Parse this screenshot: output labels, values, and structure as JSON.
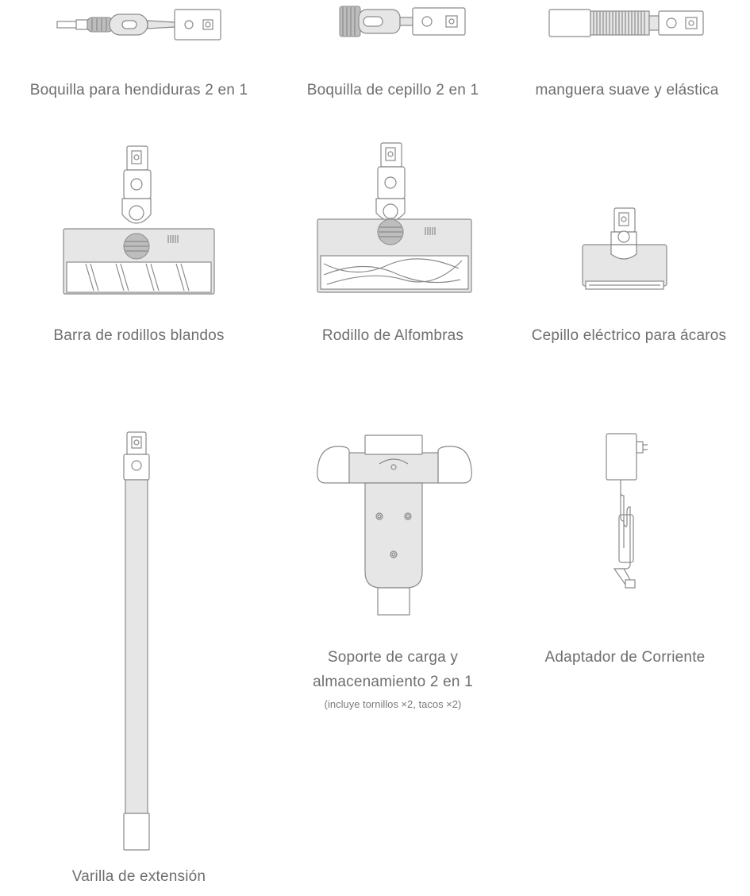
{
  "accessories": [
    {
      "id": "crevice",
      "icon": "crevice-nozzle-icon",
      "label_lines": [
        "Boquilla para hendiduras 2 en 1"
      ]
    },
    {
      "id": "brush",
      "icon": "brush-nozzle-icon",
      "label_lines": [
        "Boquilla de cepillo 2 en 1"
      ]
    },
    {
      "id": "hose",
      "icon": "flexible-hose-icon",
      "label_lines": [
        "manguera suave y elástica"
      ]
    },
    {
      "id": "soft-roller",
      "icon": "soft-roller-head-icon",
      "label_lines": [
        "Barra de rodillos blandos"
      ]
    },
    {
      "id": "carpet-roller",
      "icon": "carpet-roller-head-icon",
      "label_lines": [
        "Rodillo de Alfombras"
      ]
    },
    {
      "id": "mite-brush",
      "icon": "mite-brush-icon",
      "label_lines": [
        "Cepillo eléctrico para ácaros"
      ]
    },
    {
      "id": "wand",
      "icon": "extension-wand-icon",
      "label_lines": [
        "Varilla de extensión"
      ]
    },
    {
      "id": "dock",
      "icon": "charging-dock-icon",
      "label_lines": [
        "Soporte de carga y",
        "almacenamiento 2 en 1"
      ],
      "note": "(incluye tornillos ×2, tacos ×2)"
    },
    {
      "id": "adapter",
      "icon": "power-adapter-icon",
      "label_lines": [
        "Adaptador de Corriente"
      ]
    }
  ]
}
